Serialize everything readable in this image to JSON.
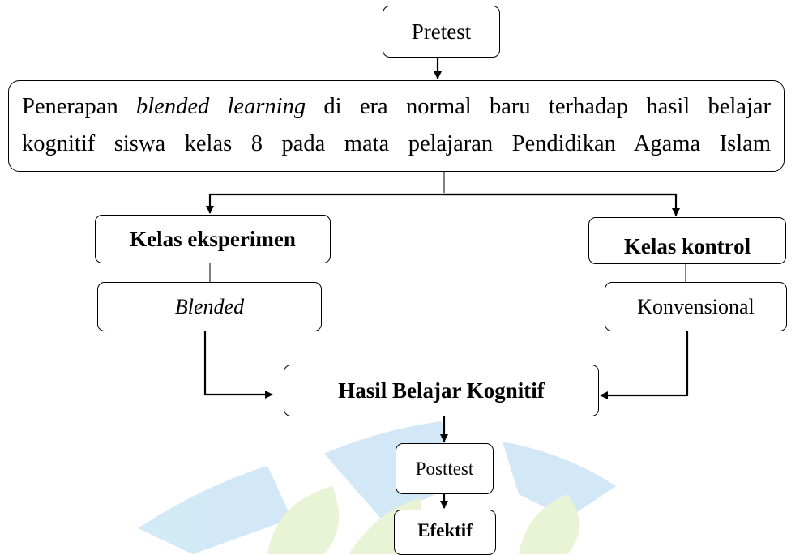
{
  "nodes": {
    "pretest": "Pretest",
    "main_line1_pre": "Penerapan ",
    "main_line1_italic": "blended learning",
    "main_line1_post": " di era normal baru terhadap hasil belajar",
    "main_line2": "kognitif siswa kelas 8 pada mata pelajaran Pendidikan Agama Islam",
    "kelas_eksperimen": "Kelas eksperimen",
    "blended": "Blended",
    "kelas_kontrol": "Kelas kontrol",
    "konvensional": "Konvensional",
    "hasil": "Hasil Belajar Kognitif",
    "posttest": "Posttest",
    "efektif": "Efektif"
  },
  "colors": {
    "line": "#000000",
    "watermark_blue": "#8fc8ea",
    "watermark_green": "#c9e29a"
  }
}
